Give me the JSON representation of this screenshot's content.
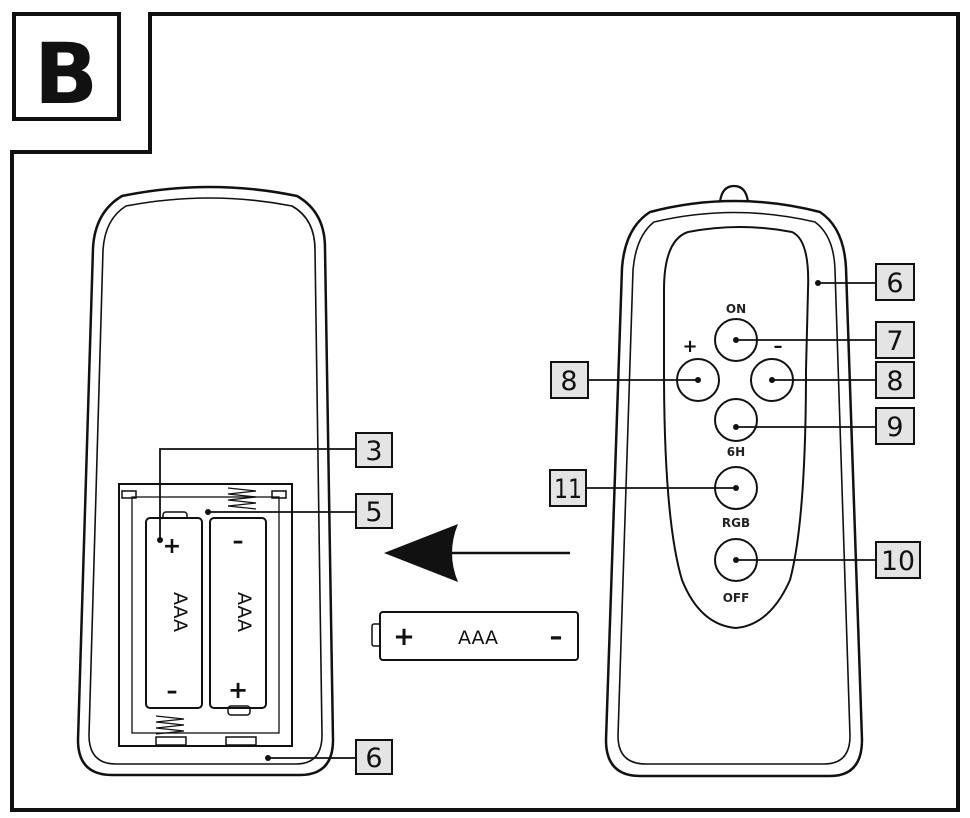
{
  "panel": {
    "letter": "B"
  },
  "callouts": {
    "battery_plus": "3",
    "compartment": "5",
    "remote_body_left": "6",
    "remote_body_right": "6",
    "on_button": "7",
    "plus_button": "8",
    "minus_button": "8",
    "sixh_button": "9",
    "rgb_button": "11",
    "off_button": "10"
  },
  "buttons": {
    "on": "ON",
    "sixh": "6H",
    "rgb": "RGB",
    "off": "OFF",
    "plus_symbol": "+",
    "minus_symbol": "–"
  },
  "batteries": {
    "type": "AAA",
    "plus": "+",
    "minus": "–"
  }
}
